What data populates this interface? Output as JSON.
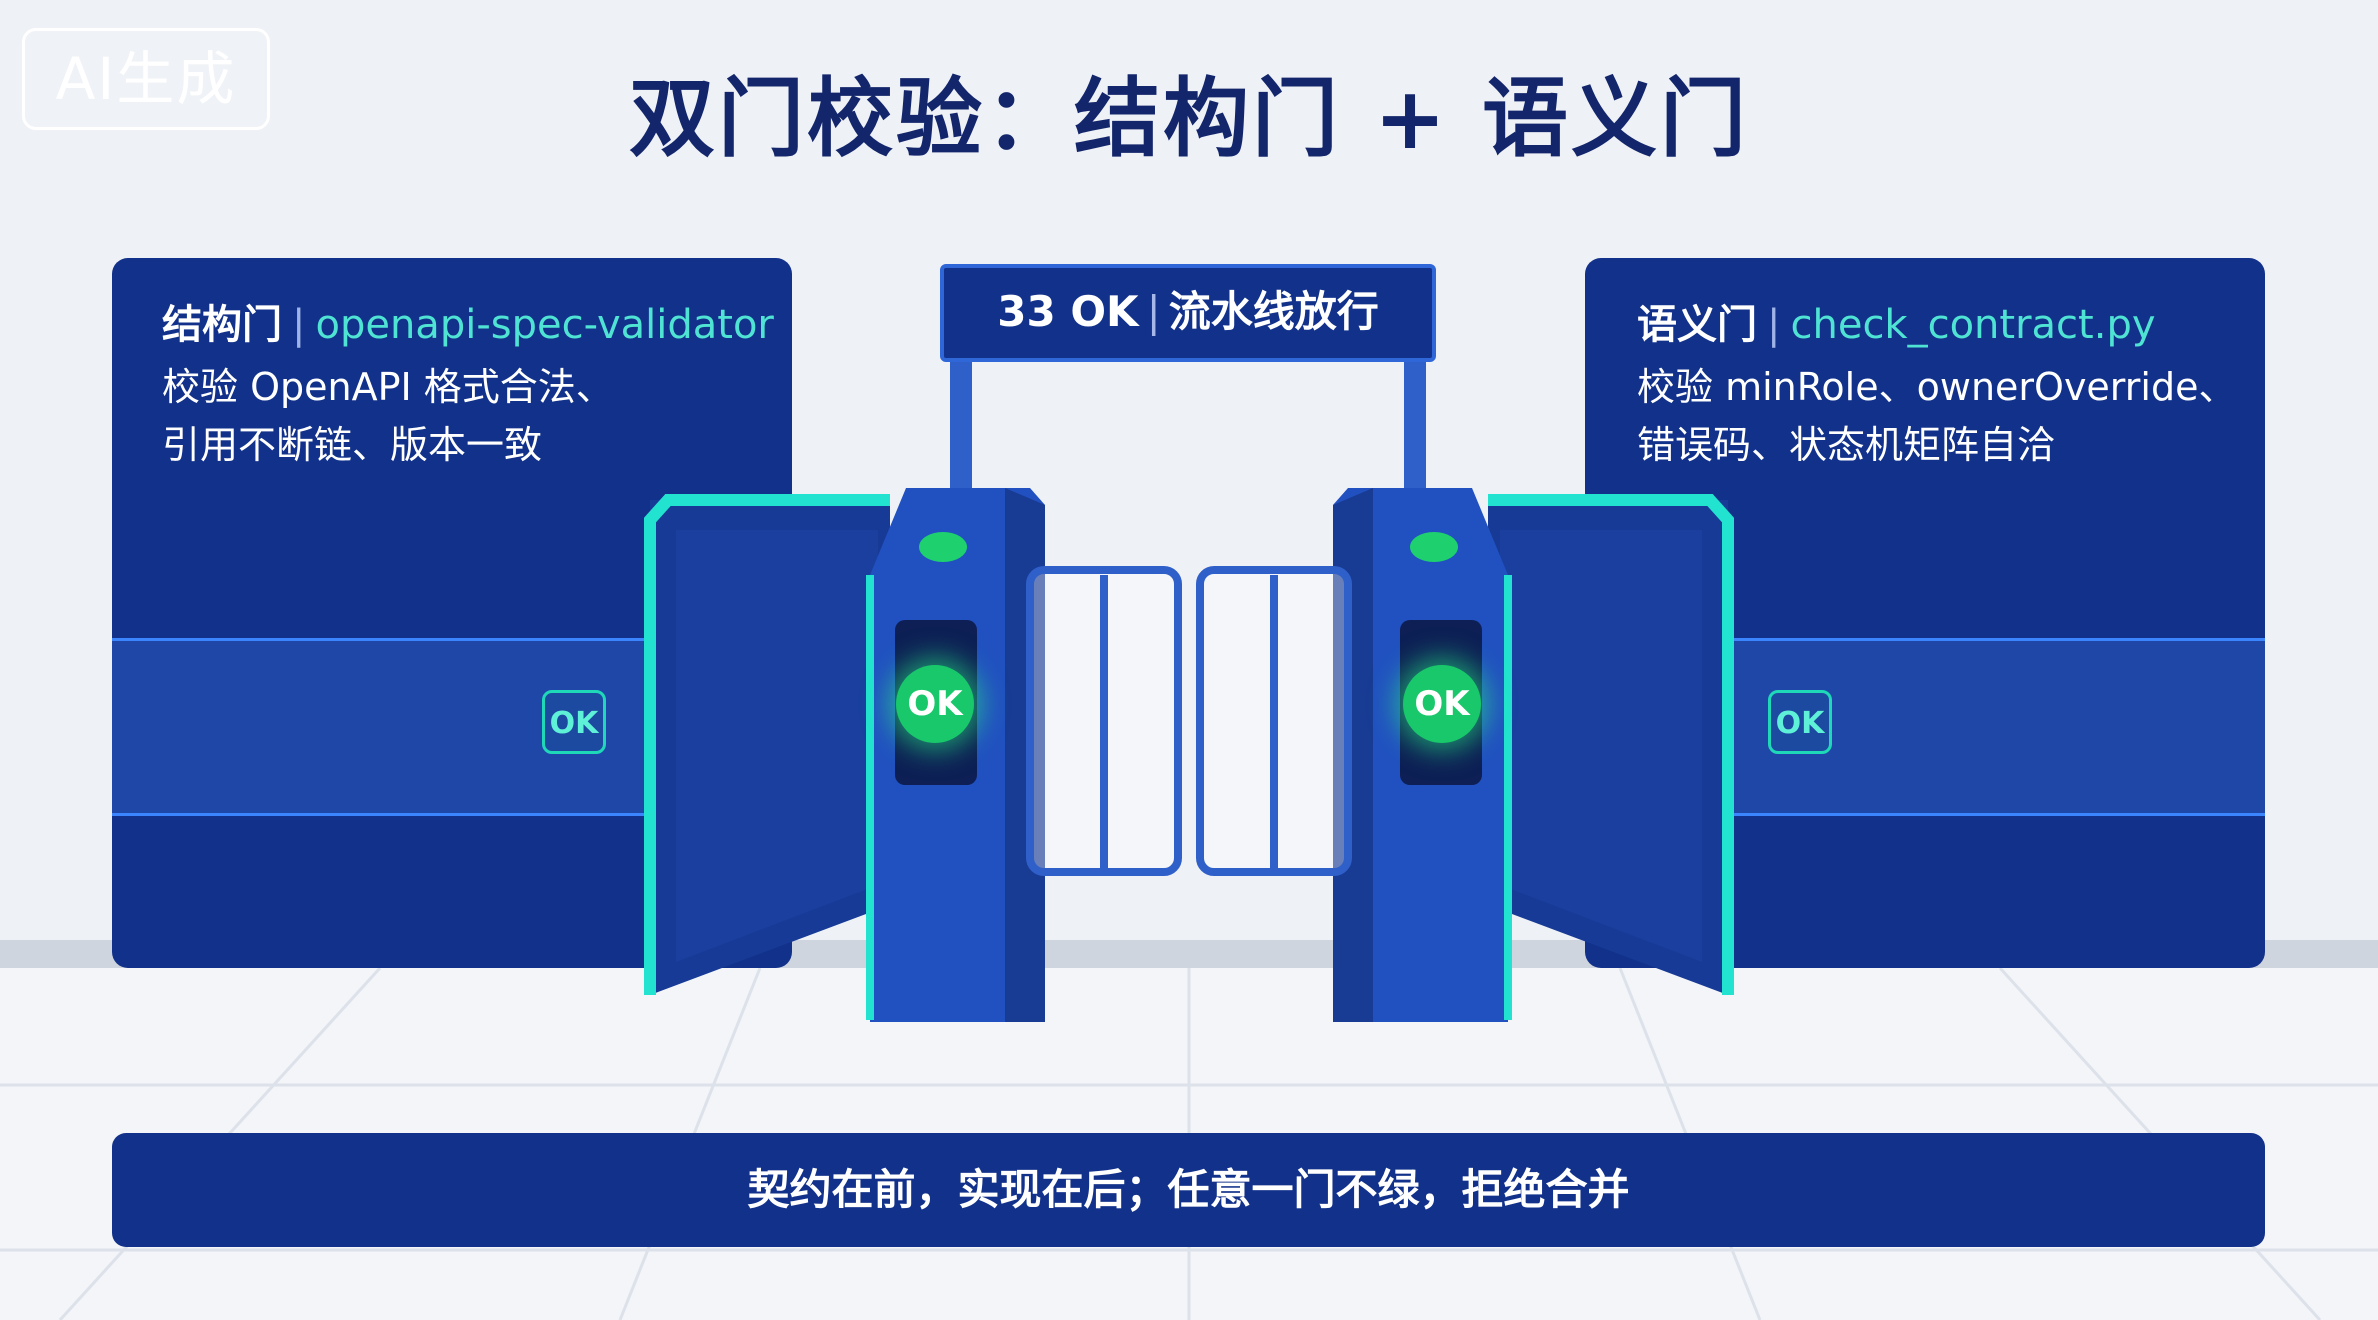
{
  "watermark": "AI生成",
  "title": "双门校验：结构门 + 语义门",
  "structure_gate": {
    "name": "结构门",
    "separator": "|",
    "tool": "openapi-spec-validator",
    "desc_line1": "校验 OpenAPI 格式合法、",
    "desc_line2": "引用不断链、版本一致",
    "badge": "OK"
  },
  "semantic_gate": {
    "name": "语义门",
    "separator": "|",
    "tool": "check_contract.py",
    "desc_line1": "校验 minRole、ownerOverride、",
    "desc_line2": "错误码、状态机矩阵自洽",
    "badge": "OK"
  },
  "sign": {
    "status": "33 OK",
    "separator": "|",
    "text": "流水线放行"
  },
  "turnstile": {
    "left_indicator": "OK",
    "right_indicator": "OK"
  },
  "footer": "契约在前，实现在后；任意一门不绿，拒绝合并",
  "colors": {
    "navy": "#12318a",
    "title": "#13266b",
    "cyan_accent": "#1ed8b8",
    "tool_text": "#4fe3d3",
    "ok_green": "#18c86a"
  }
}
